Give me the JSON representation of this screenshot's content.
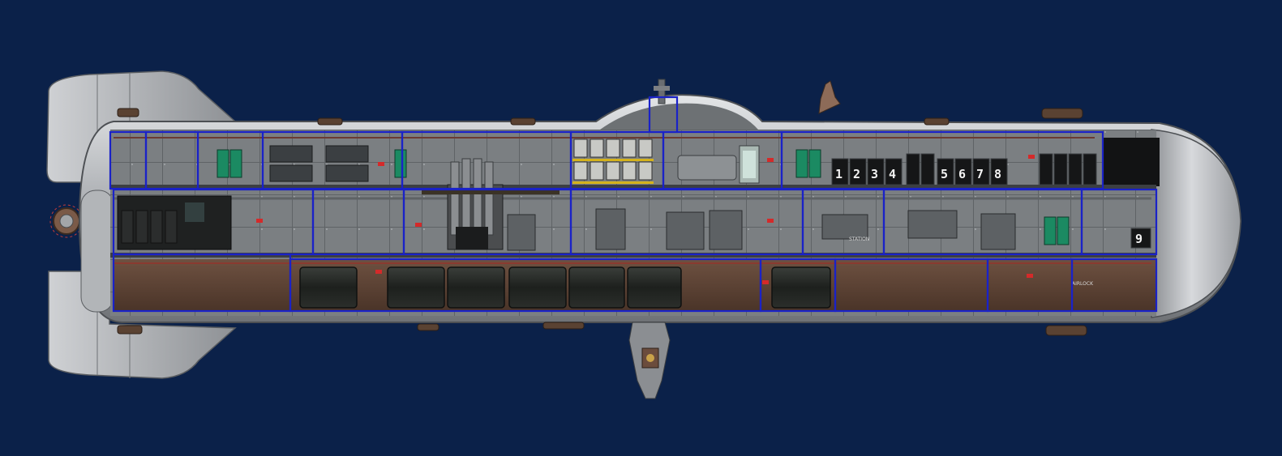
{
  "scene": {
    "background": "#0b2149",
    "hull_color": "#b9bcc0",
    "room_outline_color": "#1a22c8"
  },
  "docking_numbers": [
    "1",
    "2",
    "3",
    "4",
    "5",
    "6",
    "7",
    "8",
    "9"
  ],
  "small_labels": {
    "station_plate": "STATION",
    "airlock_plate": "AIRLOCK"
  }
}
